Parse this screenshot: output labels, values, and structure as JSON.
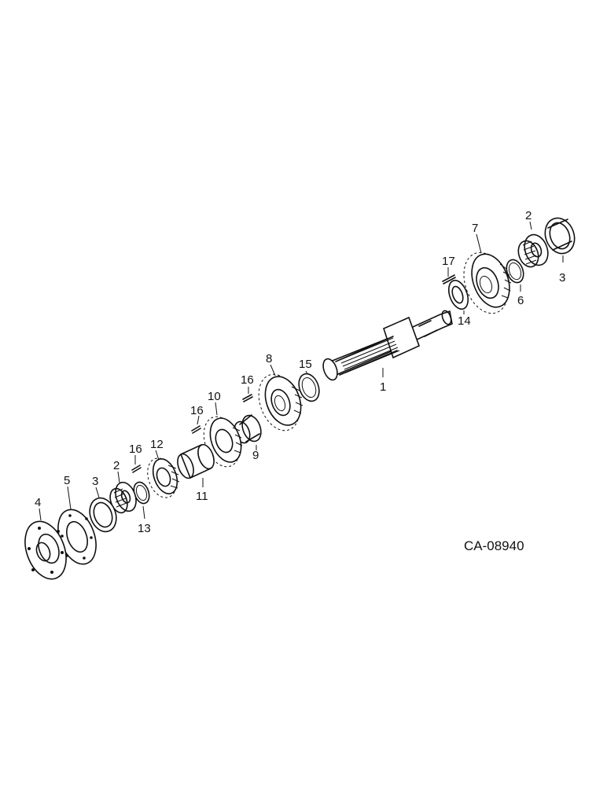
{
  "callouts": [
    {
      "id": "c1",
      "text": "1"
    },
    {
      "id": "c2a",
      "text": "2"
    },
    {
      "id": "c2b",
      "text": "2"
    },
    {
      "id": "c3a",
      "text": "3"
    },
    {
      "id": "c3b",
      "text": "3"
    },
    {
      "id": "c4",
      "text": "4"
    },
    {
      "id": "c5",
      "text": "5"
    },
    {
      "id": "c6",
      "text": "6"
    },
    {
      "id": "c7",
      "text": "7"
    },
    {
      "id": "c8",
      "text": "8"
    },
    {
      "id": "c9",
      "text": "9"
    },
    {
      "id": "c10",
      "text": "10"
    },
    {
      "id": "c11",
      "text": "11"
    },
    {
      "id": "c12",
      "text": "12"
    },
    {
      "id": "c13",
      "text": "13"
    },
    {
      "id": "c14",
      "text": "14"
    },
    {
      "id": "c15",
      "text": "15"
    },
    {
      "id": "c16a",
      "text": "16"
    },
    {
      "id": "c16b",
      "text": "16"
    },
    {
      "id": "c16c",
      "text": "16"
    },
    {
      "id": "c17",
      "text": "17"
    }
  ],
  "figure_code": "CA-08940"
}
